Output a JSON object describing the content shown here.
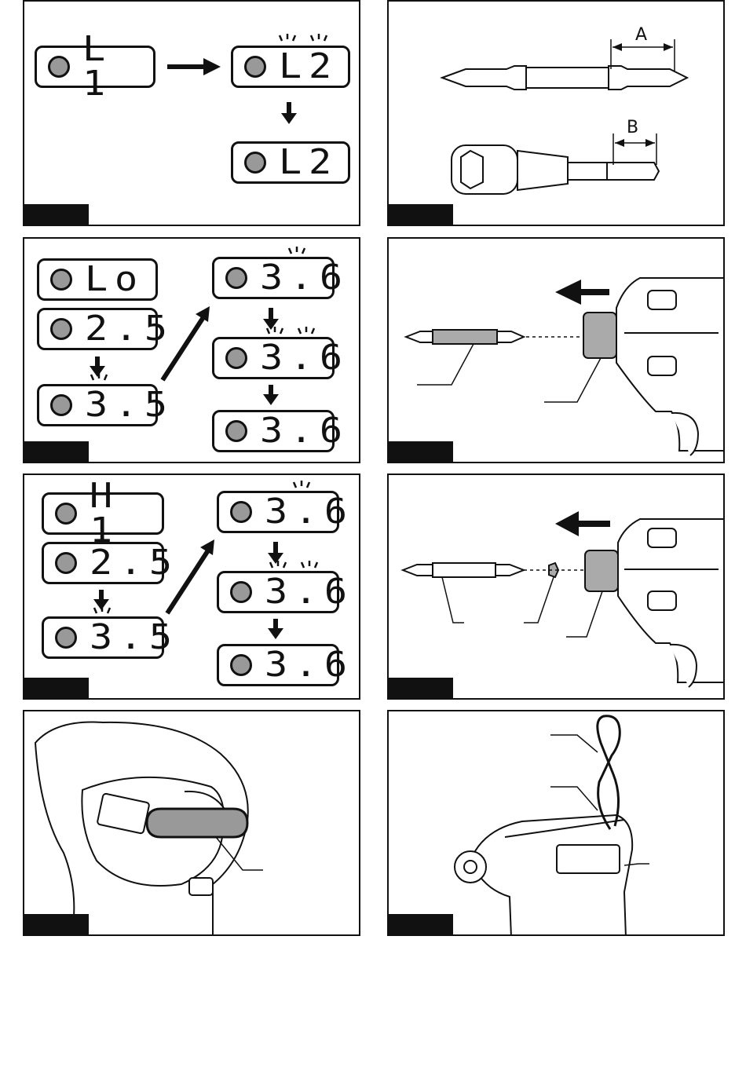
{
  "figures": [
    {
      "id": "fig1",
      "displays": [
        "L 1",
        "L2",
        "L2"
      ]
    },
    {
      "id": "fig2",
      "dimension_labels": [
        "A",
        "B"
      ]
    },
    {
      "id": "fig3",
      "displays": [
        "Lo",
        "2.5",
        "3.5",
        "3.6",
        "3.6",
        "3.6"
      ]
    },
    {
      "id": "fig4"
    },
    {
      "id": "fig5",
      "displays": [
        "H 1",
        "2.5",
        "3.5",
        "3.6",
        "3.6",
        "3.6"
      ]
    },
    {
      "id": "fig6"
    },
    {
      "id": "fig7"
    },
    {
      "id": "fig8"
    }
  ],
  "colors": {
    "line": "#111111",
    "led": "#999999",
    "part_fill": "#aaaaaa"
  }
}
